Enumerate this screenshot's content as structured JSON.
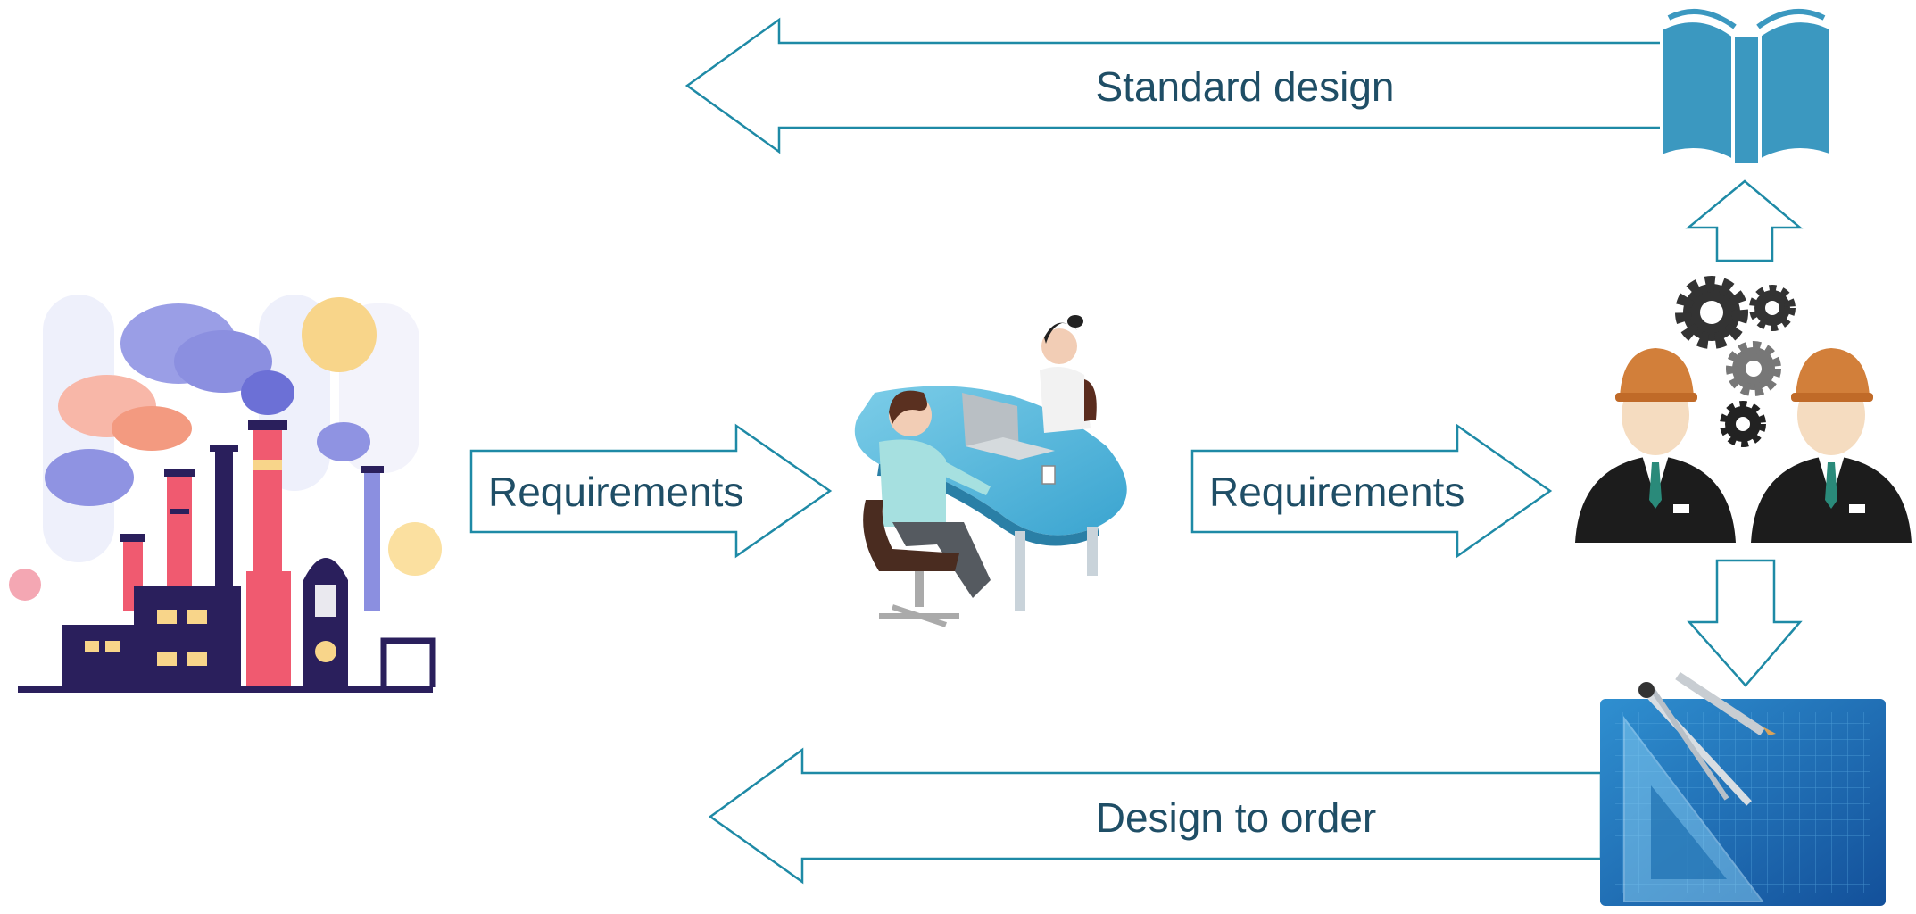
{
  "arrows": {
    "top_left": "Standard design",
    "middle_1": "Requirements",
    "middle_2": "Requirements",
    "bottom_left": "Design to order"
  },
  "icons": {
    "factory": "factory-illustration-icon",
    "meeting": "meeting-illustration-icon",
    "engineers": "engineers-illustration-icon",
    "book": "book-icon",
    "blueprint": "blueprint-illustration-icon"
  },
  "colors": {
    "arrow_stroke": "#1e8aa6",
    "text": "#1f4e66",
    "book": "#3b98c0",
    "blueprint": "#1c6fb0"
  }
}
